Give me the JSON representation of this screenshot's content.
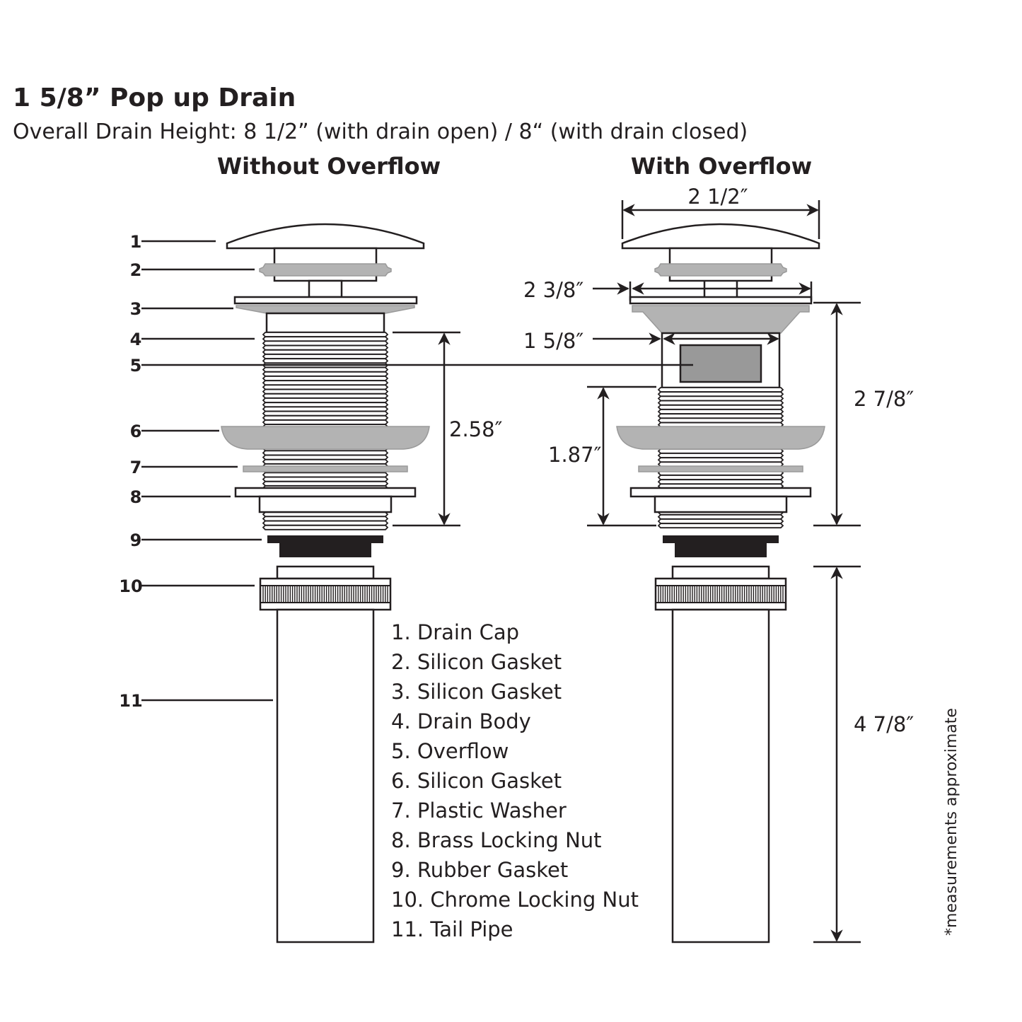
{
  "title": "1 5/8” Pop up Drain",
  "subtitle": "Overall Drain Height: 8 1/2”  (with drain open)  /  8“ (with drain closed)",
  "headers": {
    "left": "Without Overflow",
    "right": "With Overflow"
  },
  "callout_numbers": [
    "1",
    "2",
    "3",
    "4",
    "5",
    "6",
    "7",
    "8",
    "9",
    "10",
    "11"
  ],
  "dimensions": {
    "left_body": "2.58″",
    "cap_width": "2 1/2″",
    "flange_width": "2 3/8″",
    "body_width": "1 5/8″",
    "right_thread": "1.87″",
    "right_body": "2 7/8″",
    "tail_pipe": "4 7/8″"
  },
  "parts": [
    "1. Drain Cap",
    "2. Silicon Gasket",
    "3. Silicon Gasket",
    "4. Drain Body",
    "5. Overflow",
    "6. Silicon Gasket",
    "7. Plastic Washer",
    "8. Brass Locking Nut",
    "9. Rubber Gasket",
    "10. Chrome Locking Nut",
    "11. Tail Pipe"
  ],
  "note": "*measurements approximate",
  "colors": {
    "ink": "#231f20",
    "gasket": "#b3b3b3",
    "overflow": "#999999"
  }
}
